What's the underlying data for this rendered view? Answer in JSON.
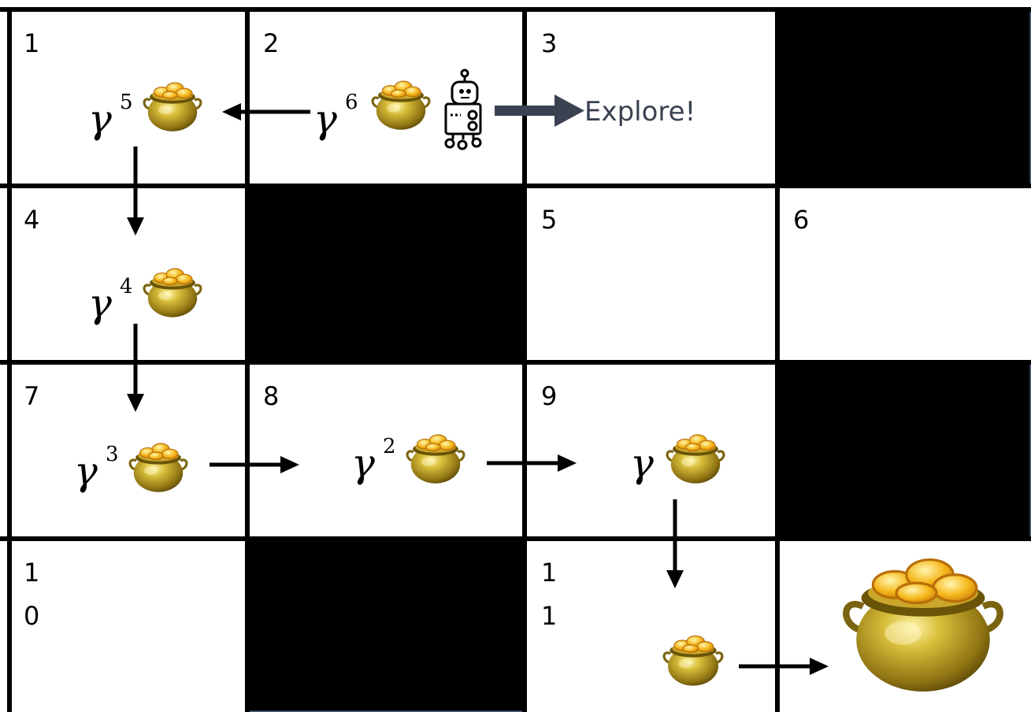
{
  "cells": [
    {
      "label": "1"
    },
    {
      "label": "2"
    },
    {
      "label": "3"
    },
    {
      "label": "4"
    },
    {
      "label": "5"
    },
    {
      "label": "6"
    },
    {
      "label": "7"
    },
    {
      "label": "8"
    },
    {
      "label": "9"
    },
    {
      "label_line1": "1",
      "label_line2": "0"
    },
    {
      "label_line1": "1",
      "label_line2": "1"
    }
  ],
  "discounts": [
    {
      "symbol": "γ",
      "exponent": "6"
    },
    {
      "symbol": "γ",
      "exponent": "5"
    },
    {
      "symbol": "γ",
      "exponent": "4"
    },
    {
      "symbol": "γ",
      "exponent": "3"
    },
    {
      "symbol": "γ",
      "exponent": "2"
    },
    {
      "symbol": "γ",
      "exponent": ""
    }
  ],
  "explore_label": "Explore!",
  "icons": {
    "agent": "robot-icon",
    "reward": "gold-pot-icon",
    "goal": "large-gold-pot-icon"
  },
  "colors": {
    "grid_line": "#000000",
    "wall": "#000000",
    "wall_border": "#4a6a8e",
    "explore_arrow": "#3a4252",
    "pot_body": "#b0901f",
    "coin": "#f3b61d"
  }
}
